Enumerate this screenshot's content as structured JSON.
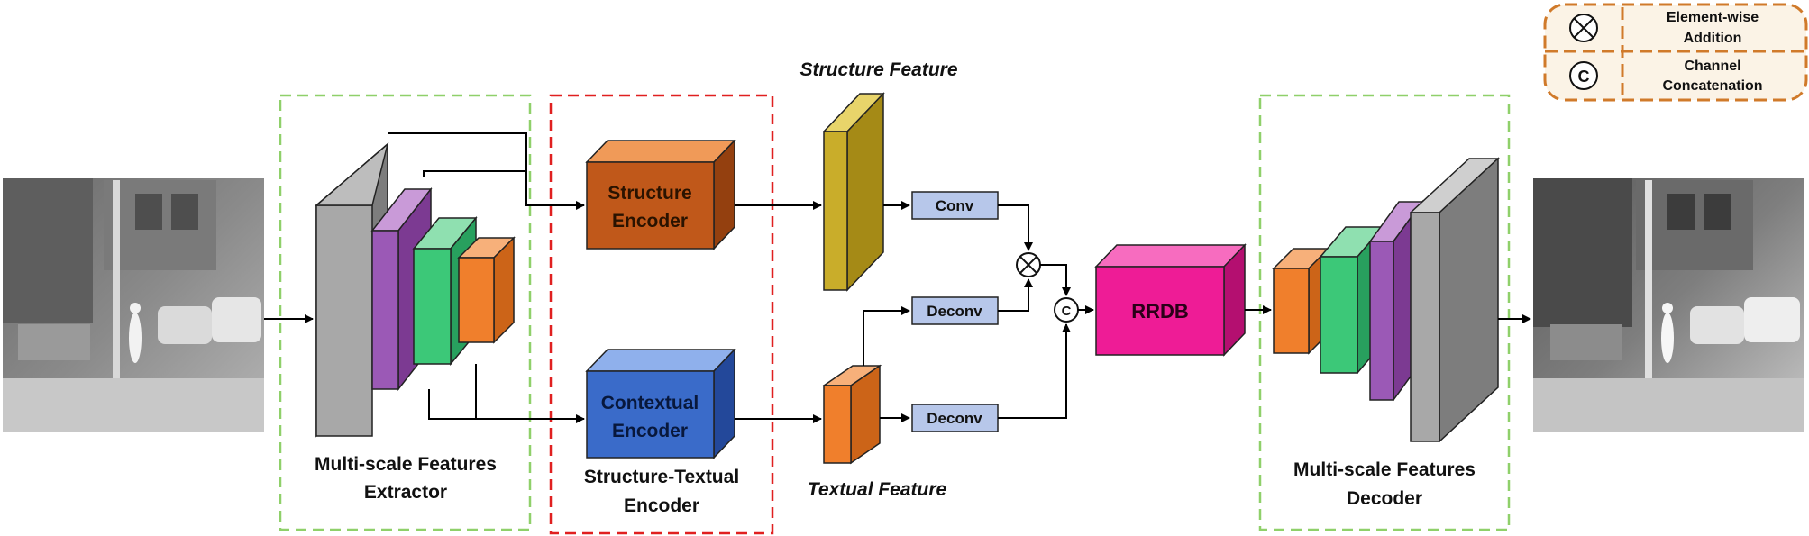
{
  "legend": {
    "element_wise_line1": "Element-wise",
    "element_wise_line2": "Addition",
    "channel_line1": "Channel",
    "channel_line2": "Concatenation",
    "concat_symbol": "C"
  },
  "extractor": {
    "label_line1": "Multi-scale Features",
    "label_line2": "Extractor"
  },
  "encoder_group": {
    "label_line1": "Structure-Textual",
    "label_line2": "Encoder"
  },
  "structure_encoder": {
    "line1": "Structure",
    "line2": "Encoder"
  },
  "contextual_encoder": {
    "line1": "Contextual",
    "line2": "Encoder"
  },
  "structure_feature_label": "Structure Feature",
  "textual_feature_label": "Textual Feature",
  "conv_label": "Conv",
  "deconv_top_label": "Deconv",
  "deconv_bottom_label": "Deconv",
  "concat_node_symbol": "C",
  "rrdb_label": "RRDB",
  "decoder": {
    "label_line1": "Multi-scale Features",
    "label_line2": "Decoder"
  },
  "colors": {
    "gray_block": "#9e9e9e",
    "purple_block": "#9b59b6",
    "green_block": "#3cc878",
    "orange_block": "#f07f2c",
    "structure_encoder": "#c0581a",
    "contextual_encoder": "#3a6bc9",
    "structure_feature": "#c9ad2a",
    "conv_box": "#b7c7ea",
    "rrdb": "#ee1c96",
    "dashed_green": "#8fd06a",
    "dashed_red": "#e02020",
    "legend_border": "#d07a2a",
    "legend_fill": "#fbf3e6"
  }
}
